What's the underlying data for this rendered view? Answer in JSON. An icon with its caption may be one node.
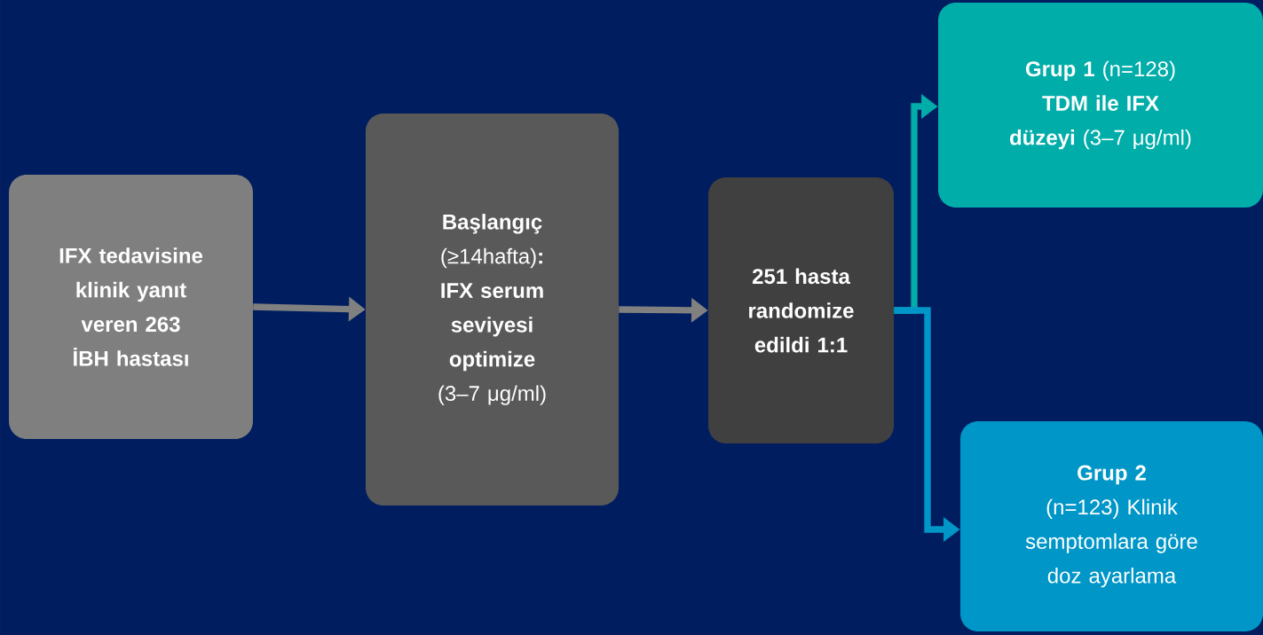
{
  "diagram": {
    "nodes": [
      {
        "text": [
          "IFX tedavisine klinik yanıt veren 263 İBH hastası"
        ]
      },
      {
        "text": [
          "**Başlangıç** (≥14hafta)**:** **IFX serum seviyesi optimize** (3–7 μg/ml)"
        ]
      },
      {
        "text": [
          "251 hasta randomize edildi 1:1"
        ]
      },
      {
        "text": [
          "**Grup 1** (n=128) **TDM ile IFX düzeyi** (3–7 μg/ml)"
        ]
      },
      {
        "text": [
          "**Grup 2** (n=123) Klinik semptomlara göre doz ayarlama"
        ]
      }
    ],
    "edges": [
      {
        "from": 0,
        "to": 1,
        "arrow": "to"
      },
      {
        "from": 1,
        "to": 2,
        "arrow": "to"
      },
      {
        "from": 2,
        "to": 3,
        "arrow": "to",
        "color": "#00ada9"
      },
      {
        "from": 2,
        "to": 4,
        "arrow": "to",
        "color": "#0096c8"
      }
    ]
  }
}
